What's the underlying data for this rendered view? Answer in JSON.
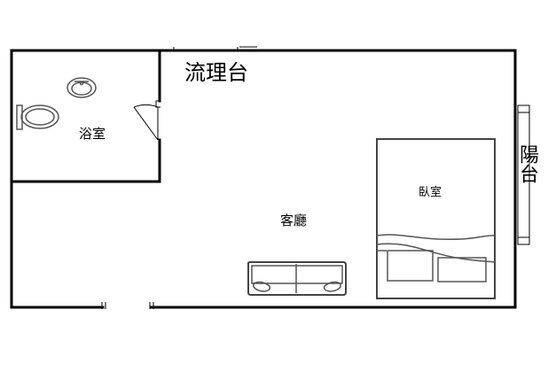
{
  "rooms": {
    "sink": "流理台",
    "bathroom": "浴室",
    "living": "客廳",
    "bedroom": "臥室",
    "balcony": "陽台"
  },
  "colors": {
    "wall": "#000000",
    "furniture": "#555555",
    "background": "#ffffff"
  },
  "icons": {
    "toilet": "toilet-icon",
    "sink": "washbasin-icon",
    "door": "door-swing-icon",
    "sofa": "sofa-icon",
    "bed": "bed-icon"
  }
}
